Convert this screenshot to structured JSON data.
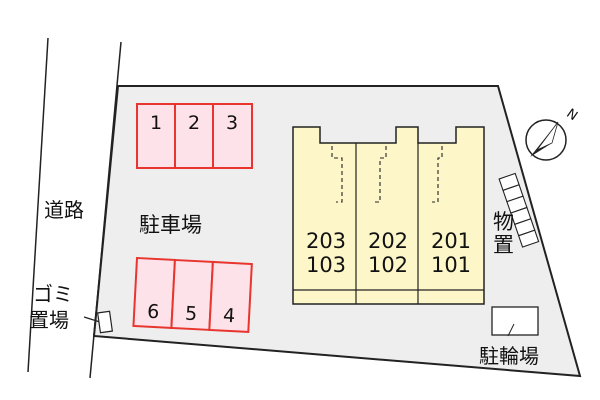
{
  "road": {
    "label": "道路"
  },
  "parking": {
    "label": "駐車場",
    "top_spaces": [
      "1",
      "2",
      "3"
    ],
    "bottom_spaces": [
      "6",
      "5",
      "4"
    ]
  },
  "garbage": {
    "label_line1": "ゴミ",
    "label_line2": "置場"
  },
  "building": {
    "units": [
      {
        "upper": "203",
        "lower": "103"
      },
      {
        "upper": "202",
        "lower": "102"
      },
      {
        "upper": "201",
        "lower": "101"
      }
    ]
  },
  "storage": {
    "label_line1": "物",
    "label_line2": "置"
  },
  "bicycle": {
    "label": "駐輪場"
  },
  "compass": {
    "north_label": "N"
  },
  "colors": {
    "lot": "#eeeeee",
    "parking_stroke": "#e8352e",
    "parking_fill": "#fde2ea",
    "building_fill": "#fdf6c8",
    "line": "#222222"
  }
}
